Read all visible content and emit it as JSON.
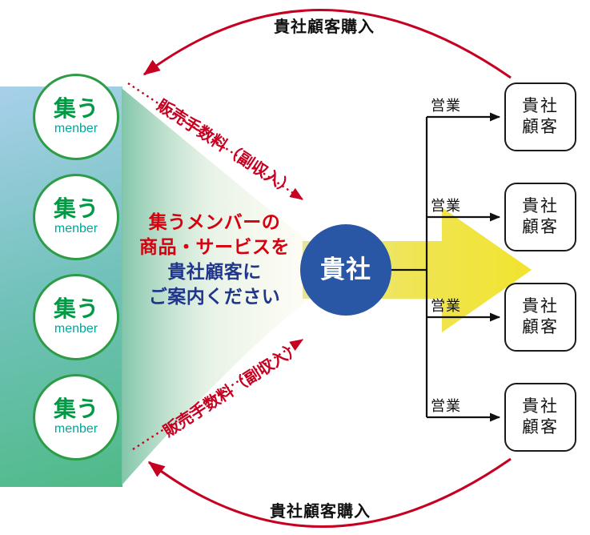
{
  "diagram": {
    "top_flow_label": "貴社顧客購入",
    "bottom_flow_label": "貴社顧客購入",
    "commission_upper_label": "販売手数料（副収入）",
    "commission_lower_label": "販売手数料（副収入）",
    "center_node_label": "貴社",
    "message_lines": {
      "l1": "集うメンバーの",
      "l2": "商品・サービスを",
      "l3": "貴社顧客に",
      "l4": "ご案内ください"
    },
    "members": [
      {
        "name": "集う",
        "sub": "menber"
      },
      {
        "name": "集う",
        "sub": "menber"
      },
      {
        "name": "集う",
        "sub": "menber"
      },
      {
        "name": "集う",
        "sub": "menber"
      }
    ],
    "sales_labels": [
      "営業",
      "営業",
      "営業",
      "営業"
    ],
    "customers": [
      {
        "l1": "貴社",
        "l2": "顧客"
      },
      {
        "l1": "貴社",
        "l2": "顧客"
      },
      {
        "l1": "貴社",
        "l2": "顧客"
      },
      {
        "l1": "貴社",
        "l2": "顧客"
      }
    ]
  },
  "colors": {
    "red_flow": "#c70021",
    "message_red": "#d7000f",
    "message_blue": "#20368c",
    "member_green": "#019a44",
    "member_teal": "#00a59b",
    "circle_border_green": "#2e9c47",
    "center_blue": "#2a57a5",
    "arrow_yellow": "#f2e32e",
    "line_black": "#111111"
  }
}
